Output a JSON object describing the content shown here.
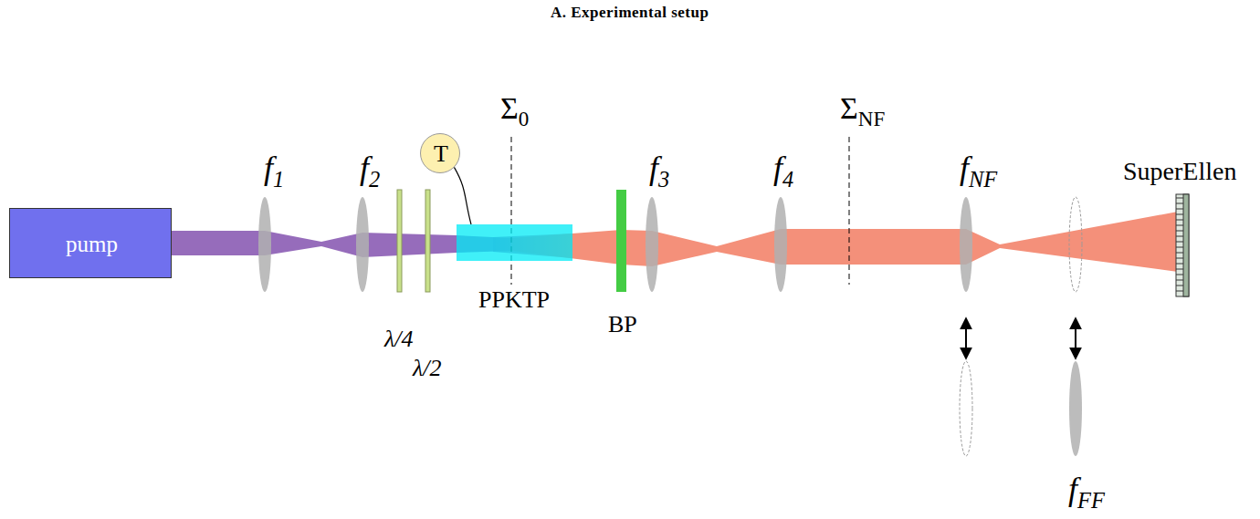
{
  "diagram": {
    "title": "A. Experimental setup",
    "nodes": [
      {
        "text": [
          "pump"
        ]
      },
      {
        "text": [
          "T"
        ]
      },
      {
        "text": [
          "PPKTP"
        ]
      }
    ],
    "edges": [
      {
        "from": 1,
        "to": 2,
        "arrow": "none"
      }
    ],
    "labels": [
      "f1",
      "f2",
      "λ/4",
      "λ/2",
      "Σ0",
      "BP",
      "f3",
      "f4",
      "ΣNF",
      "fNF",
      "fFF",
      "SuperEllen"
    ]
  }
}
